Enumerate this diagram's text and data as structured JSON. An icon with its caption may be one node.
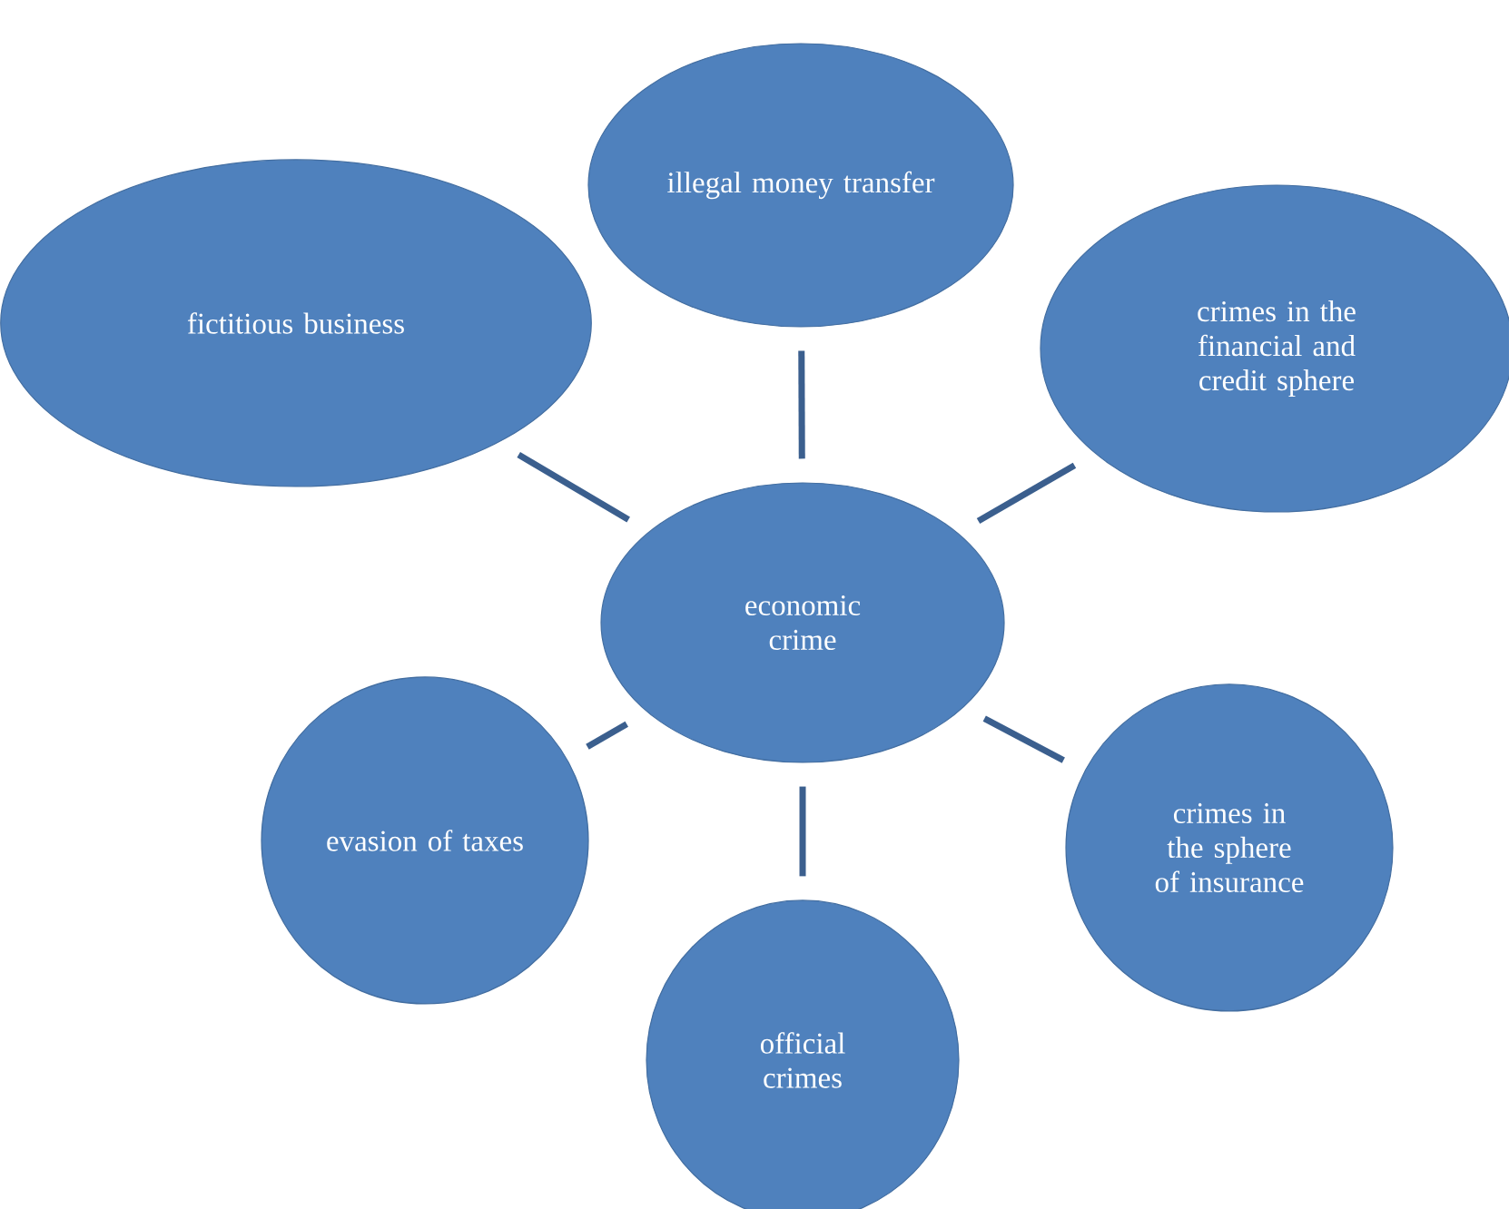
{
  "diagram": {
    "nodes": [
      {
        "text": [
          "illegal money transfer"
        ]
      },
      {
        "text": [
          "fictitious business"
        ]
      },
      {
        "text": [
          "crimes in the financial and credit sphere"
        ]
      },
      {
        "text": [
          "economic crime"
        ]
      },
      {
        "text": [
          "evasion of taxes"
        ]
      },
      {
        "text": [
          "crimes in the sphere of insurance"
        ]
      },
      {
        "text": [
          "official crimes"
        ]
      }
    ],
    "edges": [
      {
        "from": 3,
        "to": 0,
        "arrow": "none"
      },
      {
        "from": 3,
        "to": 1,
        "arrow": "none"
      },
      {
        "from": 3,
        "to": 2,
        "arrow": "none"
      },
      {
        "from": 3,
        "to": 4,
        "arrow": "none"
      },
      {
        "from": 3,
        "to": 5,
        "arrow": "none"
      },
      {
        "from": 3,
        "to": 6,
        "arrow": "none"
      }
    ]
  }
}
